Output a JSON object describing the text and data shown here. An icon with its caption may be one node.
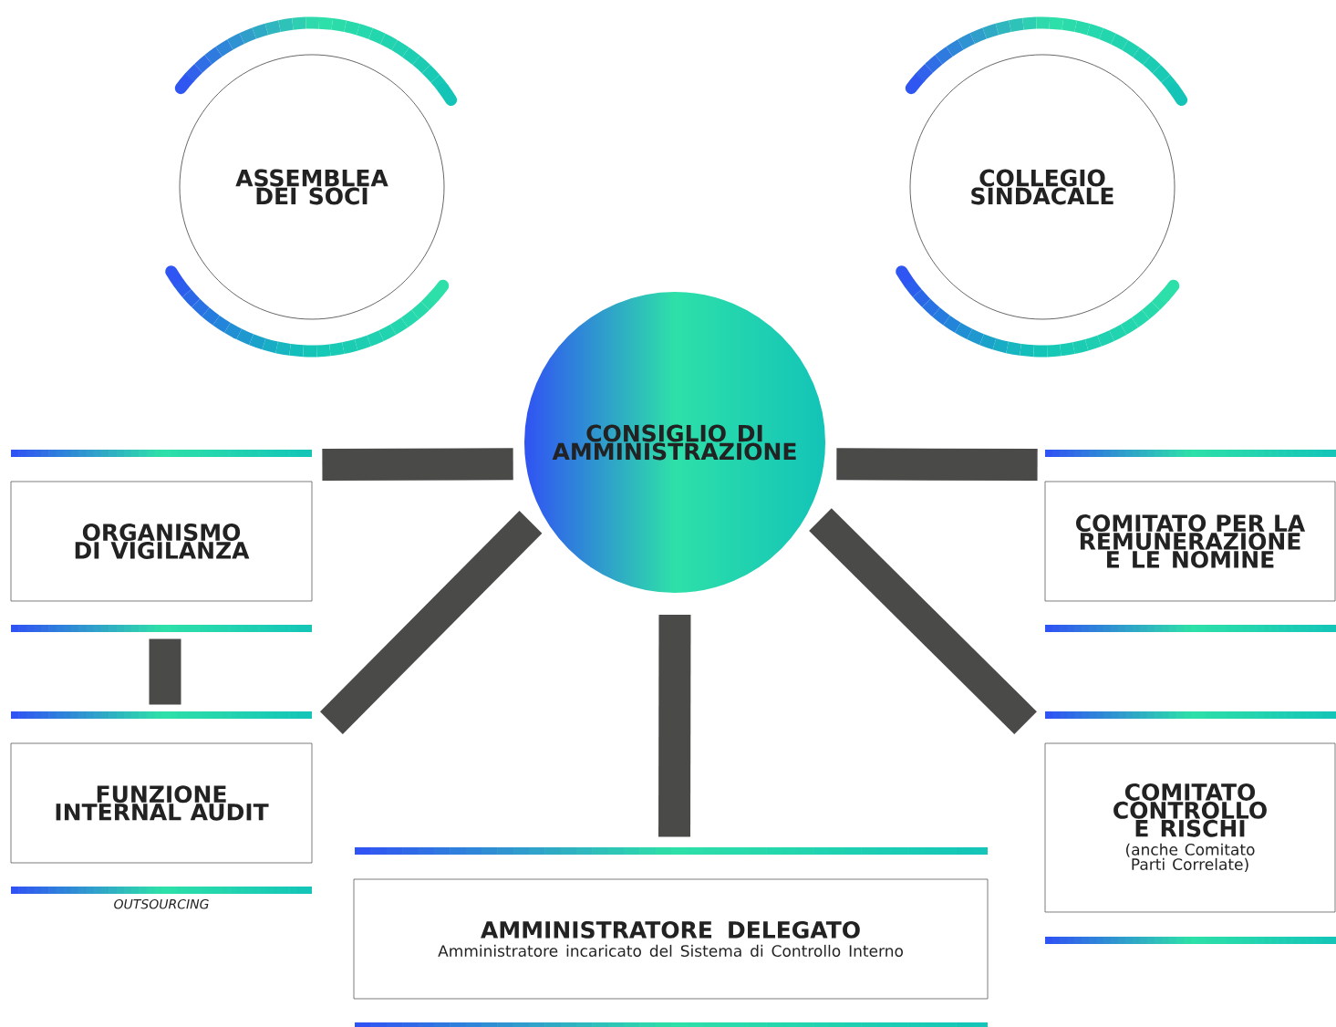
{
  "diagram": {
    "nodes": [
      {
        "text": [
          "ASSEMBLEA DEI SOCI"
        ]
      },
      {
        "text": [
          "COLLEGIO SINDACALE"
        ]
      },
      {
        "text": [
          "CONSIGLIO DI AMMINISTRAZIONE"
        ]
      },
      {
        "text": [
          "ORGANISMO DI VIGILANZA"
        ]
      },
      {
        "text": [
          "COMITATO PER LA REMUNERAZIONE E LE NOMINE"
        ]
      },
      {
        "text": [
          "FUNZIONE INTERNAL AUDIT"
        ],
        "beside": [
          "OUTSOURCING"
        ]
      },
      {
        "text": [
          "AMMINISTRATORE DELEGATO",
          "Amministratore incaricato del Sistema di Controllo Interno"
        ]
      },
      {
        "text": [
          "COMITATO CONTROLLO E RISCHI",
          "(anche Comitato Parti Correlate)"
        ]
      }
    ],
    "edges": [
      {
        "from": 2,
        "to": 3,
        "arrow": "none"
      },
      {
        "from": 2,
        "to": 4,
        "arrow": "none"
      },
      {
        "from": 2,
        "to": 5,
        "arrow": "none"
      },
      {
        "from": 2,
        "to": 6,
        "arrow": "none"
      },
      {
        "from": 2,
        "to": 7,
        "arrow": "none"
      },
      {
        "from": 3,
        "to": 5,
        "arrow": "none"
      }
    ]
  }
}
